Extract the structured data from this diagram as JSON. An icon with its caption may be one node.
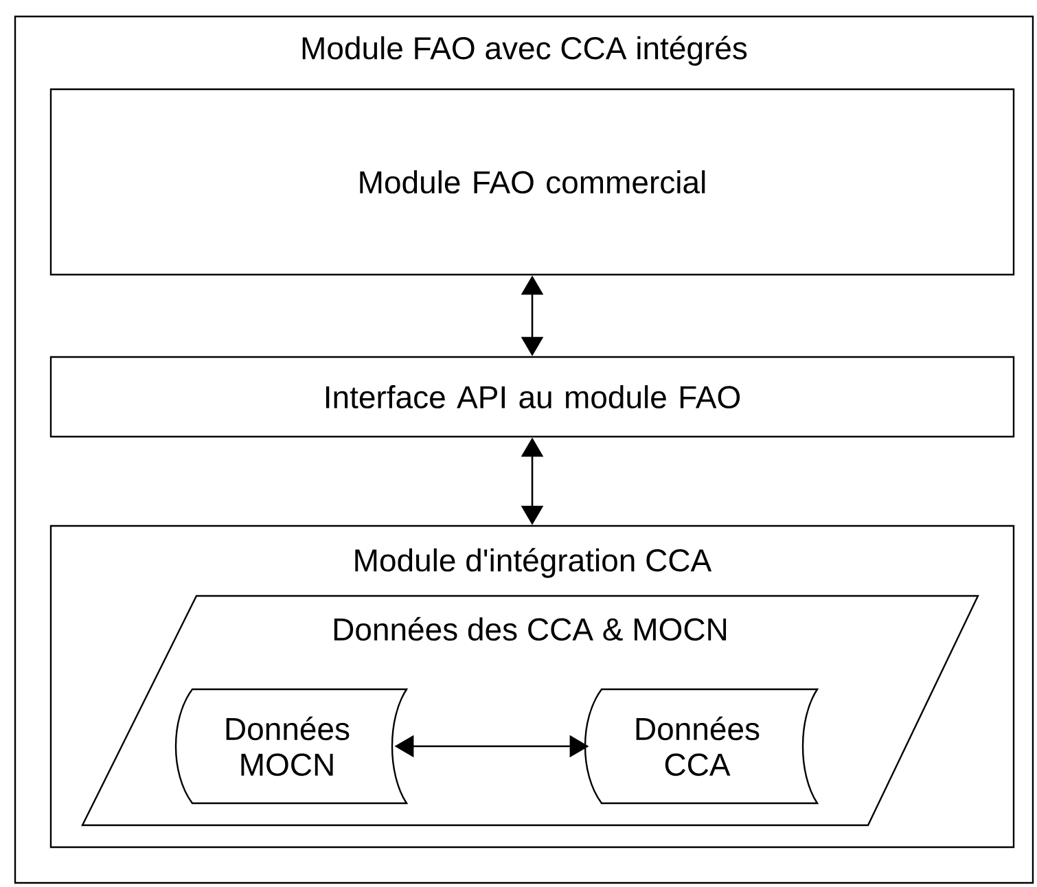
{
  "diagram": {
    "nodes": [
      {
        "text": [
          "Module FAO avec CCA intégrés"
        ]
      },
      {
        "text": [
          "Module FAO commercial"
        ],
        "in": 0
      },
      {
        "text": [
          "Interface API au module FAO"
        ],
        "in": 0
      },
      {
        "text": [
          "Module d'intégration CCA"
        ],
        "in": 0
      },
      {
        "text": [
          "Données des CCA & MOCN"
        ],
        "in": 3
      },
      {
        "text": [
          "Données MOCN"
        ],
        "in": 4
      },
      {
        "text": [
          "Données CCA"
        ],
        "in": 4
      }
    ],
    "edges": [
      {
        "from": 1,
        "to": 2,
        "arrow": "both"
      },
      {
        "from": 2,
        "to": 3,
        "arrow": "both"
      },
      {
        "from": 5,
        "to": 6,
        "arrow": "both"
      }
    ]
  }
}
